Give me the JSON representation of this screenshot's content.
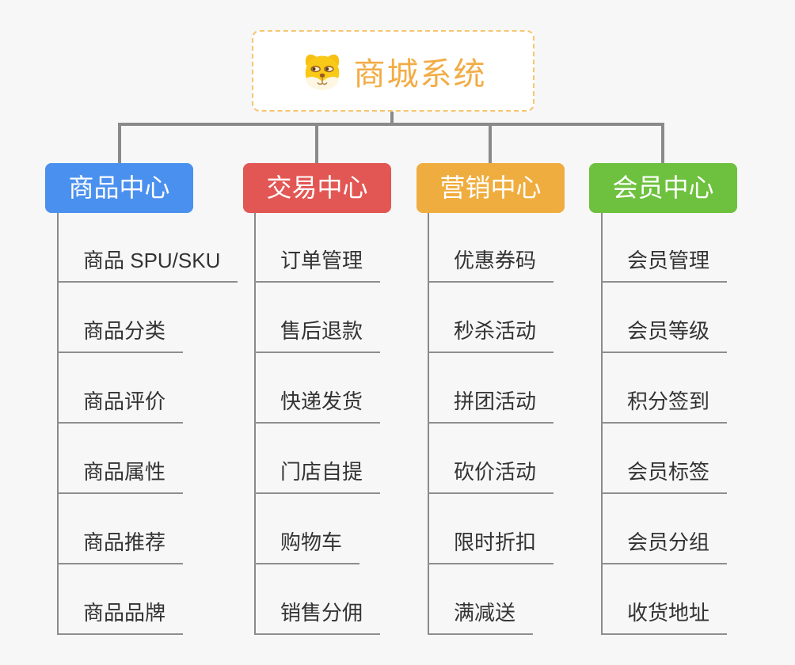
{
  "root": {
    "title": "商城系统",
    "icon": "doge-face-icon",
    "box_background": "#ffffff",
    "border_color": "#f6c46f",
    "title_color": "#f2ac45"
  },
  "branches": [
    {
      "label": "商品中心",
      "color": "#4a90ee",
      "items": [
        "商品 SPU/SKU",
        "商品分类",
        "商品评价",
        "商品属性",
        "商品推荐",
        "商品品牌"
      ]
    },
    {
      "label": "交易中心",
      "color": "#e25754",
      "items": [
        "订单管理",
        "售后退款",
        "快递发货",
        "门店自提",
        "购物车",
        "销售分佣"
      ]
    },
    {
      "label": "营销中心",
      "color": "#f0ad3f",
      "items": [
        "优惠券码",
        "秒杀活动",
        "拼团活动",
        "砍价活动",
        "限时折扣",
        "满减送"
      ]
    },
    {
      "label": "会员中心",
      "color": "#6ec13e",
      "items": [
        "会员管理",
        "会员等级",
        "积分签到",
        "会员标签",
        "会员分组",
        "收货地址"
      ]
    }
  ],
  "colors": {
    "background": "#f7f7f7",
    "connector": "#8a8a8a",
    "leaf_text": "#333333",
    "leaf_underline": "#8e8e8e",
    "branch_label_text": "#ffffff"
  }
}
